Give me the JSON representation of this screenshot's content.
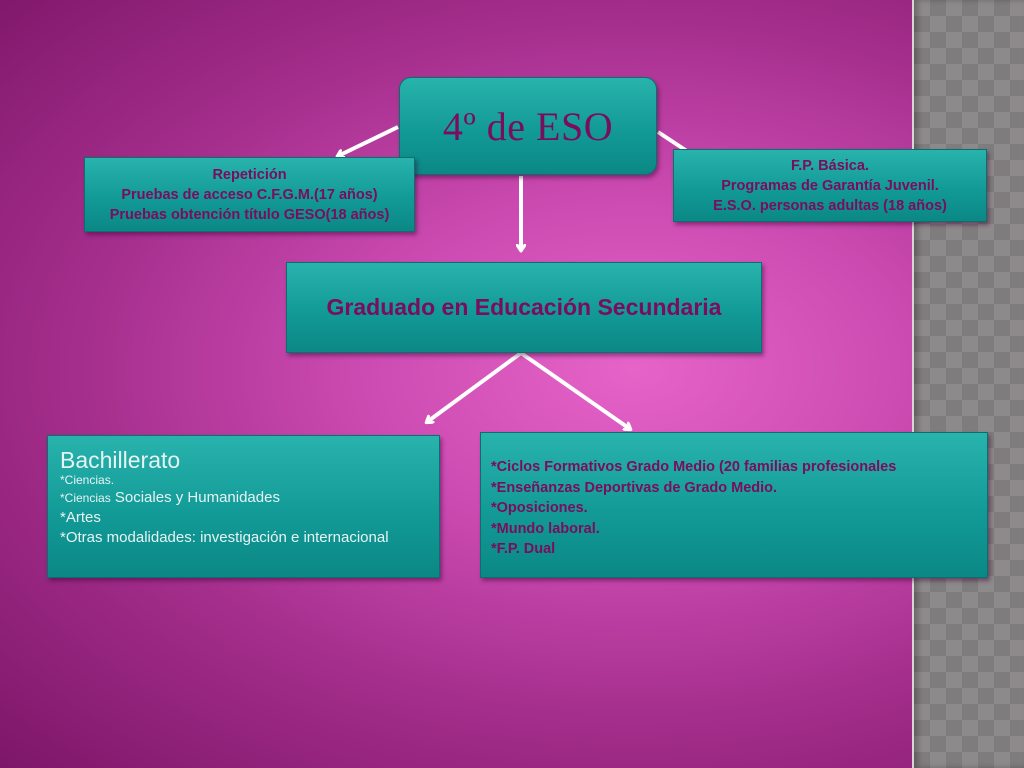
{
  "top": {
    "title": "4º de ESO"
  },
  "left": {
    "lines": [
      "Repetición",
      "Pruebas de acceso C.F.G.M.(17 años)",
      "Pruebas obtención título GESO(18 años)"
    ]
  },
  "right": {
    "lines": [
      "F.P. Básica.",
      "Programas de Garantía Juvenil.",
      "E.S.O. personas adultas (18 años)"
    ]
  },
  "middle": {
    "title": "Graduado en Educación Secundaria"
  },
  "bachillerato": {
    "title": "Bachillerato",
    "ciencias": "*Ciencias.",
    "ciencias_prefix": "*Ciencias",
    "sociales_rest": " Sociales y Humanidades",
    "artes": "*Artes",
    "otras": "*Otras modalidades: investigación e internacional"
  },
  "ciclos": {
    "lines": [
      "*Ciclos Formativos Grado Medio (20 familias profesionales",
      "*Enseñanzas Deportivas de Grado Medio.",
      "*Oposiciones.",
      "*Mundo laboral.",
      "*F.P. Dual"
    ]
  },
  "colors": {
    "box_teal": "#129a97",
    "text_magenta": "#7a0d5e",
    "background_pink": "#cc4bb2",
    "arrow_white": "#ffffff"
  }
}
